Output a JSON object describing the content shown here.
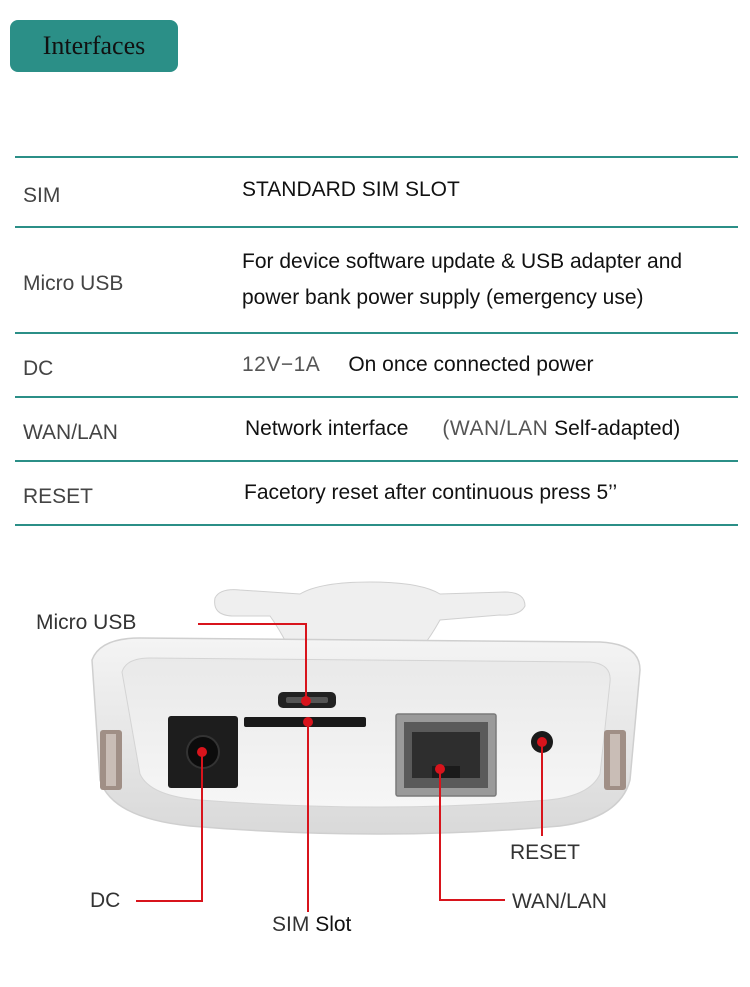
{
  "header": {
    "title": "Interfaces"
  },
  "specs": [
    {
      "name": "SIM",
      "desc": "STANDARD SIM SLOT"
    },
    {
      "name": "Micro USB",
      "desc_line1": "For device software update & USB adapter and",
      "desc_line2": "power bank power supply (emergency use)"
    },
    {
      "name": "DC",
      "rating": "12V−1A",
      "desc": "On once connected power"
    },
    {
      "name": "WAN/LAN",
      "desc": "Network interface",
      "note_prefix": "(WAN/LAN",
      "note_suffix": "Self-adapted)"
    },
    {
      "name": "RESET",
      "desc": "Facetory reset after continuous press 5’’"
    }
  ],
  "callouts": {
    "micro_usb": "Micro USB",
    "reset": "RESET",
    "dc": "DC",
    "wan_lan": "WAN/LAN",
    "sim_prefix": "SIM",
    "sim_suffix": "Slot"
  },
  "colors": {
    "accent": "#2b8f87",
    "callout_line": "#d8141c"
  }
}
